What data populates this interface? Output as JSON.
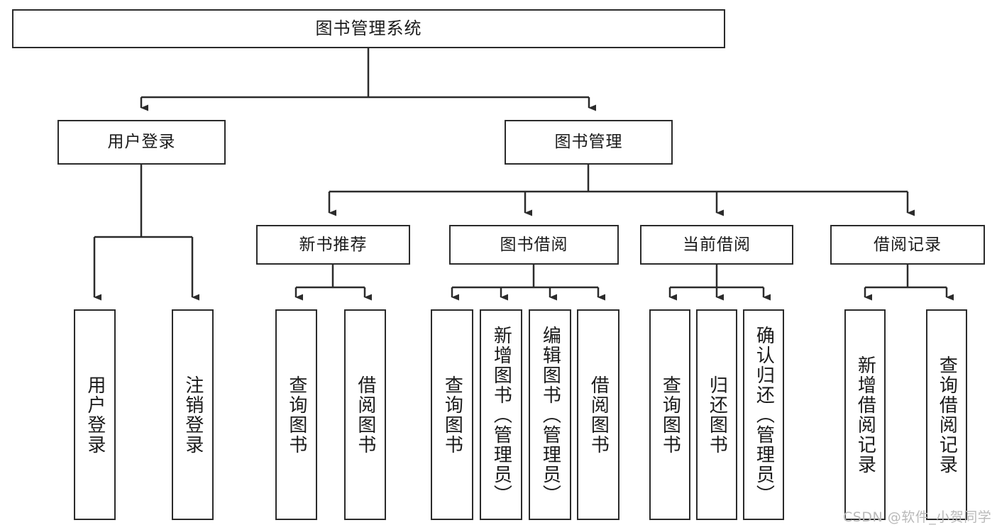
{
  "diagram": {
    "title": "图书管理系统",
    "type": "hierarchy-tree",
    "line_color": "#2b2b2b",
    "box_fill": "#ffffff",
    "text_color": "#1a1a1a",
    "root": {
      "label": "图书管理系统"
    },
    "level2": [
      {
        "label": "用户登录"
      },
      {
        "label": "图书管理"
      }
    ],
    "level3": [
      {
        "label": "新书推荐"
      },
      {
        "label": "图书借阅"
      },
      {
        "label": "当前借阅"
      },
      {
        "label": "借阅记录"
      }
    ],
    "leaves": {
      "user_login": [
        {
          "label": "用户登录"
        },
        {
          "label": "注销登录"
        }
      ],
      "new_book_recommend": [
        {
          "label": "查询图书"
        },
        {
          "label": "借阅图书"
        }
      ],
      "book_borrow": [
        {
          "label": "查询图书"
        },
        {
          "label": "新增图书（管理员）"
        },
        {
          "label": "编辑图书（管理员）"
        },
        {
          "label": "借阅图书"
        }
      ],
      "current_borrow": [
        {
          "label": "查询图书"
        },
        {
          "label": "归还图书"
        },
        {
          "label": "确认归还（管理员）"
        }
      ],
      "borrow_record": [
        {
          "label": "新增借阅记录"
        },
        {
          "label": "查询借阅记录"
        }
      ]
    }
  },
  "watermark": {
    "text": "CSDN @软件_小贺同学"
  }
}
